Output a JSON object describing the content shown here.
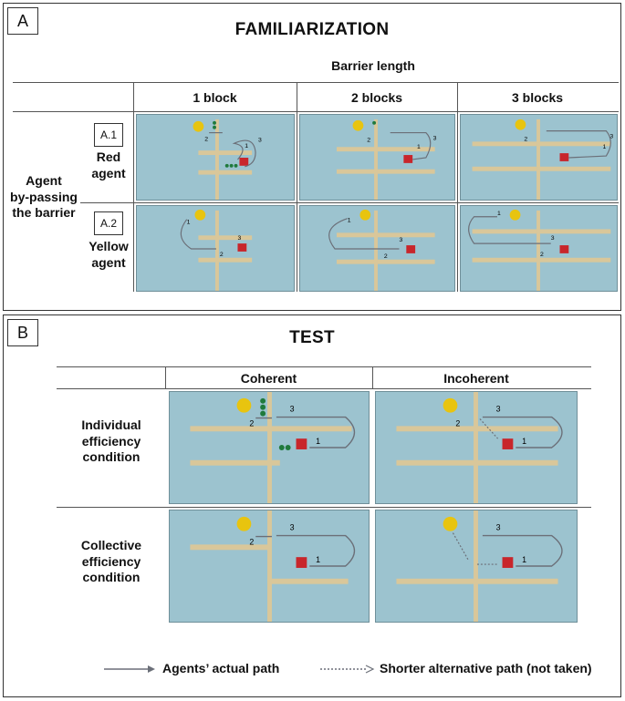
{
  "panel_a": {
    "letter": "A",
    "title": "FAMILIARIZATION",
    "column_group_header": "Barrier length",
    "columns": [
      "1 block",
      "2 blocks",
      "3 blocks"
    ],
    "row_group_label": [
      "Agent",
      "by-passing",
      "the barrier"
    ],
    "rows": [
      {
        "id": "A.1",
        "label": [
          "Red",
          "agent"
        ]
      },
      {
        "id": "A.2",
        "label": [
          "Yellow",
          "agent"
        ]
      }
    ]
  },
  "panel_b": {
    "letter": "B",
    "title": "TEST",
    "columns": [
      "Coherent",
      "Incoherent"
    ],
    "rows": [
      {
        "label": [
          "Individual",
          "efficiency",
          "condition"
        ]
      },
      {
        "label": [
          "Collective",
          "efficiency",
          "condition"
        ]
      }
    ]
  },
  "scene_labels": {
    "one": "1",
    "two": "2",
    "three": "3"
  },
  "legend": {
    "actual": "Agents’ actual path",
    "alternative": "Shorter alternative path (not taken)"
  },
  "colors": {
    "scene_bg": "#9cc3cf",
    "wood": "#d9c79a",
    "arrow": "#6b6f78",
    "red_agent": "#c8262b",
    "yellow_agent": "#e8c40f",
    "green_blocks": "#1f7a3c"
  }
}
